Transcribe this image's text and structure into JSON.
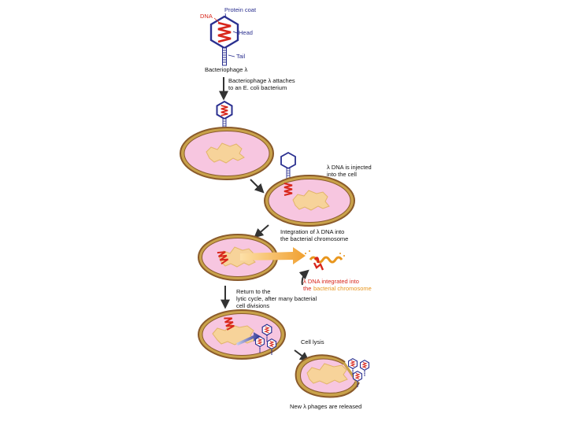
{
  "colors": {
    "cell_wall_outer": "#8a5a2b",
    "cell_wall_inner": "#c9a24a",
    "cytoplasm": "#f7c6e0",
    "nucleoid": "#f7d39a",
    "nucleoid_edge": "#e2b46a",
    "dna_red": "#d8261b",
    "phage_blue": "#2a2f8f",
    "arrow_gray": "#333333",
    "arrow_orange": "#f0a030",
    "text_orange": "#e8961e"
  },
  "labels": {
    "dna": "DNA",
    "protein_coat": "Protein coat",
    "head": "Head",
    "tail": "Tail",
    "phage_name": "Bacteriophage λ"
  },
  "steps": {
    "attach_line1": "Bacteriophage λ attaches",
    "attach_line2": "to an E. coli bacterium",
    "inject_line1": "λ DNA is injected",
    "inject_line2": "into the cell",
    "integrate_line1": "Integration of λ DNA into",
    "integrate_line2": "the bacterial chromosome",
    "integrated_line1": "λ DNA integrated into",
    "integrated_line2_a": "the",
    "integrated_line2_b": "bacterial chromosome",
    "return_line1": "Return to the",
    "return_line2": "lytic cycle, after many bacterial",
    "return_line3": "cell divisions",
    "lysis": "Cell lysis",
    "released": "New λ phages are released"
  }
}
